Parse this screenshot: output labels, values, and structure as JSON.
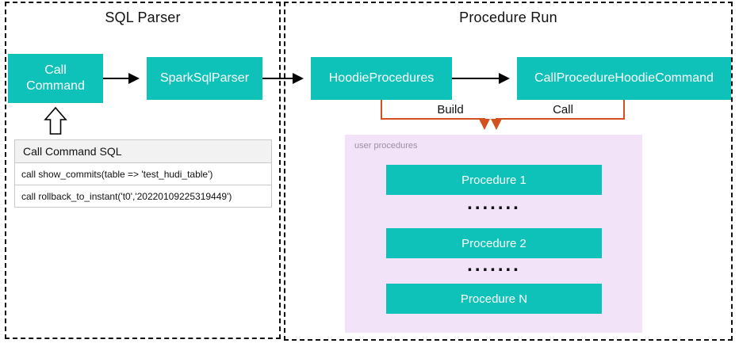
{
  "colors": {
    "teal": "#0fc2b9",
    "purple-bg": "#f2e3f8",
    "orange": "#d2511c",
    "node-text": "#ffffff"
  },
  "sql_parser": {
    "title": "SQL Parser",
    "nodes": {
      "call_command": "Call Command",
      "spark_sql_parser": "SparkSqlParser"
    },
    "sql_panel": {
      "header": "Call Command SQL",
      "statements": [
        "call show_commits(table => 'test_hudi_table')",
        "call rollback_to_instant('t0','20220109225319449')"
      ]
    }
  },
  "procedure_run": {
    "title": "Procedure Run",
    "nodes": {
      "hoodie_procedures": "HoodieProcedures",
      "call_procedure_hoodie_command": "CallProcedureHoodieCommand"
    },
    "edges": {
      "build": "Build",
      "call": "Call"
    },
    "user_procedures": {
      "label": "user procedures",
      "items": [
        "Procedure 1",
        "Procedure 2",
        "Procedure N"
      ],
      "dots": "......."
    }
  }
}
